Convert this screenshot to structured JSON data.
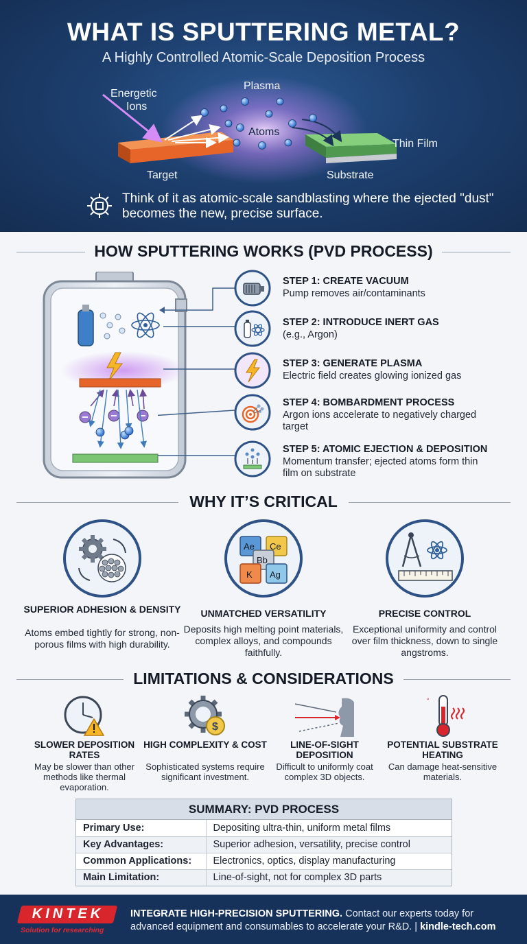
{
  "hero": {
    "title": "WHAT IS SPUTTERING METAL?",
    "subtitle": "A Highly Controlled Atomic-Scale Deposition Process",
    "labels": {
      "energetic_ions": "Energetic",
      "energetic_ions_2": "Ions",
      "plasma": "Plasma",
      "atoms": "Atoms",
      "thin_film": "Thin Film",
      "target": "Target",
      "substrate": "Substrate"
    },
    "analogy": "Think of it as atomic-scale sandblasting where the ejected \"dust\" becomes the new, precise surface."
  },
  "how": {
    "heading": "HOW SPUTTERING WORKS (PVD PROCESS)",
    "steps": [
      {
        "title": "STEP 1: CREATE VACUUM",
        "desc": "Pump removes air/contaminants",
        "icon": "vacuum-pump-icon"
      },
      {
        "title": "STEP 2: INTRODUCE INERT GAS",
        "desc": "(e.g., Argon)",
        "icon": "gas-cylinder-icon"
      },
      {
        "title": "STEP 3: GENERATE PLASMA",
        "desc": "Electric field creates glowing ionized gas",
        "icon": "lightning-icon"
      },
      {
        "title": "STEP 4: BOMBARDMENT PROCESS",
        "desc": "Argon ions accelerate to negatively charged target",
        "icon": "target-icon"
      },
      {
        "title": "STEP 5: ATOMIC EJECTION & DEPOSITION",
        "desc": "Momentum transfer; ejected atoms form thin film on substrate",
        "icon": "deposition-icon"
      }
    ]
  },
  "critical": {
    "heading": "WHY IT’S CRITICAL",
    "element_tiles": [
      "Ae",
      "Ce",
      "Bb",
      "K",
      "Ag"
    ],
    "items": [
      {
        "title": "SUPERIOR ADHESION & DENSITY",
        "desc": "Atoms embed tightly for strong, non-porous films with high durability.",
        "icon": "gears-lattice-icon"
      },
      {
        "title": "UNMATCHED VERSATILITY",
        "desc": "Deposits high melting point materials, complex alloys, and compounds faithfully.",
        "icon": "periodic-table-icon"
      },
      {
        "title": "PRECISE CONTROL",
        "desc": "Exceptional uniformity and control over film thickness, down to single angstroms.",
        "icon": "compass-ruler-icon"
      }
    ]
  },
  "limitations": {
    "heading": "LIMITATIONS & CONSIDERATIONS",
    "items": [
      {
        "title": "SLOWER DEPOSITION RATES",
        "desc": "May be slower than other methods like thermal evaporation.",
        "icon": "clock-warning-icon"
      },
      {
        "title": "HIGH COMPLEXITY & COST",
        "desc": "Sophisticated systems require significant investment.",
        "icon": "gear-dollar-icon"
      },
      {
        "title": "LINE-OF-SIGHT DEPOSITION",
        "desc": "Difficult to uniformly coat complex 3D objects.",
        "icon": "line-of-sight-icon"
      },
      {
        "title": "POTENTIAL SUBSTRATE HEATING",
        "desc": "Can damage heat-sensitive materials.",
        "icon": "thermometer-icon"
      }
    ]
  },
  "summary": {
    "heading": "SUMMARY: PVD PROCESS",
    "rows": [
      {
        "key": "Primary Use:",
        "value": "Depositing ultra-thin, uniform metal films"
      },
      {
        "key": "Key Advantages:",
        "value": "Superior adhesion, versatility, precise control"
      },
      {
        "key": "Common Applications:",
        "value": "Electronics, optics, display manufacturing"
      },
      {
        "key": "Main Limitation:",
        "value": "Line-of-sight, not for complex 3D parts"
      }
    ]
  },
  "footer": {
    "logo": "KINTEK",
    "tagline": "Solution for researching",
    "cta_bold": "INTEGRATE HIGH-PRECISION SPUTTERING.",
    "cta_rest": " Contact our experts today for advanced equipment and consumables to accelerate your R&D. | ",
    "site": "kindle-tech.com"
  },
  "colors": {
    "hero_bg": "#1d3f6e",
    "target": "#e8652a",
    "substrate": "#6fbf6a",
    "atom": "#3a7fd6",
    "plasma": "#b27de6",
    "accent_red": "#d8262c",
    "footer_bg": "#17325a"
  }
}
